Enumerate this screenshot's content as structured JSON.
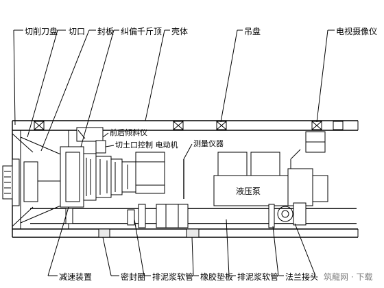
{
  "labels": {
    "cutter_head": "切削刀盘",
    "cut_opening": "切口",
    "seal_plate": "封板",
    "correction_jack": "纠偏千斤顶",
    "shell": "壳体",
    "hanging_plate": "吊盘",
    "tv_camera": "电视摄像仪",
    "tilt_meter": "前后倾斜仪",
    "control_motor": "切土口控制 电动机",
    "survey_instrument": "测量仪器",
    "hydraulic_pump": "液压泵",
    "reducer": "减速装置",
    "seal_ring": "密封圈",
    "mud_hose_1": "排泥浆软管",
    "rubber_pad": "橡胶垫板",
    "mud_hose_2": "排泥浆软管",
    "flange_joint": "法兰接头",
    "watermark": "筑龍网 · 下载"
  }
}
